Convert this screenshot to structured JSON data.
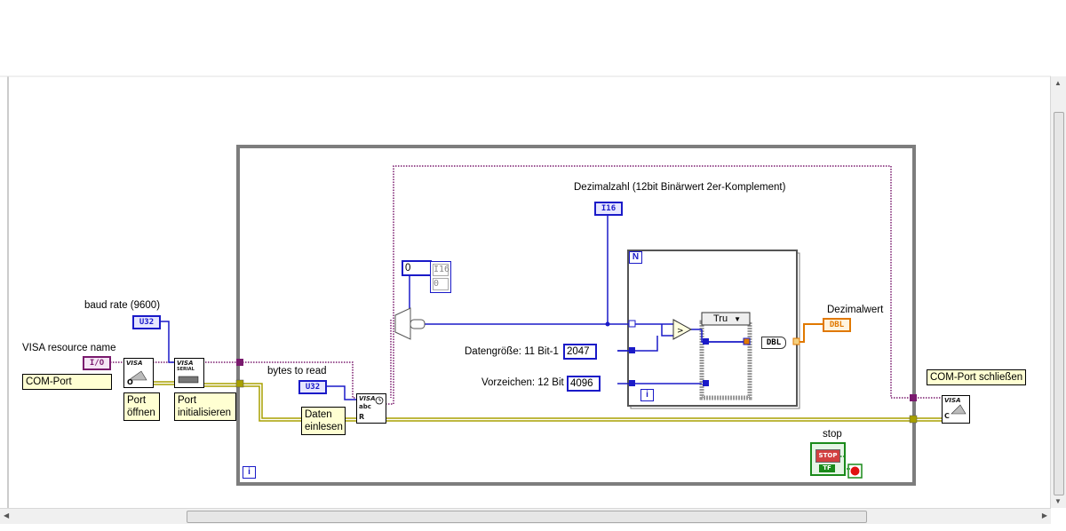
{
  "labels": {
    "visa_resource_name": "VISA resource name",
    "baud_rate": "baud rate (9600)",
    "bytes_to_read": "bytes to read",
    "dezimalzahl": "Dezimalzahl (12bit Binärwert 2er-Komplement)",
    "datengroesse": "Datengröße: 11 Bit-1",
    "vorzeichen": "Vorzeichen: 12 Bit",
    "dezimalwert": "Dezimalwert",
    "stop": "stop"
  },
  "comments": {
    "com_port": "COM-Port",
    "port_oeffnen_1": "Port",
    "port_oeffnen_2": "öffnen",
    "port_init_1": "Port",
    "port_init_2": "initialisieren",
    "daten_einlesen_1": "Daten",
    "daten_einlesen_2": "einlesen",
    "com_port_schliessen": "COM-Port schließen"
  },
  "constants": {
    "datengroesse_value": "2047",
    "vorzeichen_value": "4096",
    "index_value": "0",
    "init_value": "0",
    "case_selector": "Tru"
  },
  "terminals": {
    "visa_io": "I/O",
    "baud_u32": "U32",
    "bytes_u32": "U32",
    "dezimalzahl_i16": "I16",
    "dezimalwert_dbl": "DBL",
    "init_type": "I16",
    "convert_dbl": "DBL",
    "stop_button": "STOP",
    "stop_tf": "TF"
  },
  "structures": {
    "for_loop_n": "N",
    "for_loop_i": "i",
    "while_loop_i": "i"
  },
  "visa_icons": {
    "open": "VISA",
    "serial": "VISA",
    "serial_sub": "SERIAL",
    "read": "VISA",
    "read_sub": "abc",
    "read_r": "R",
    "close": "VISA",
    "close_c": "C"
  },
  "colors": {
    "visa_wire": "#7a1a6e",
    "error_wire": "#a8a000",
    "numeric_wire": "#1a1ac8",
    "float_wire": "#e07800",
    "loop_frame": "#7d7d7d",
    "comment_bg": "#ffffd2"
  }
}
